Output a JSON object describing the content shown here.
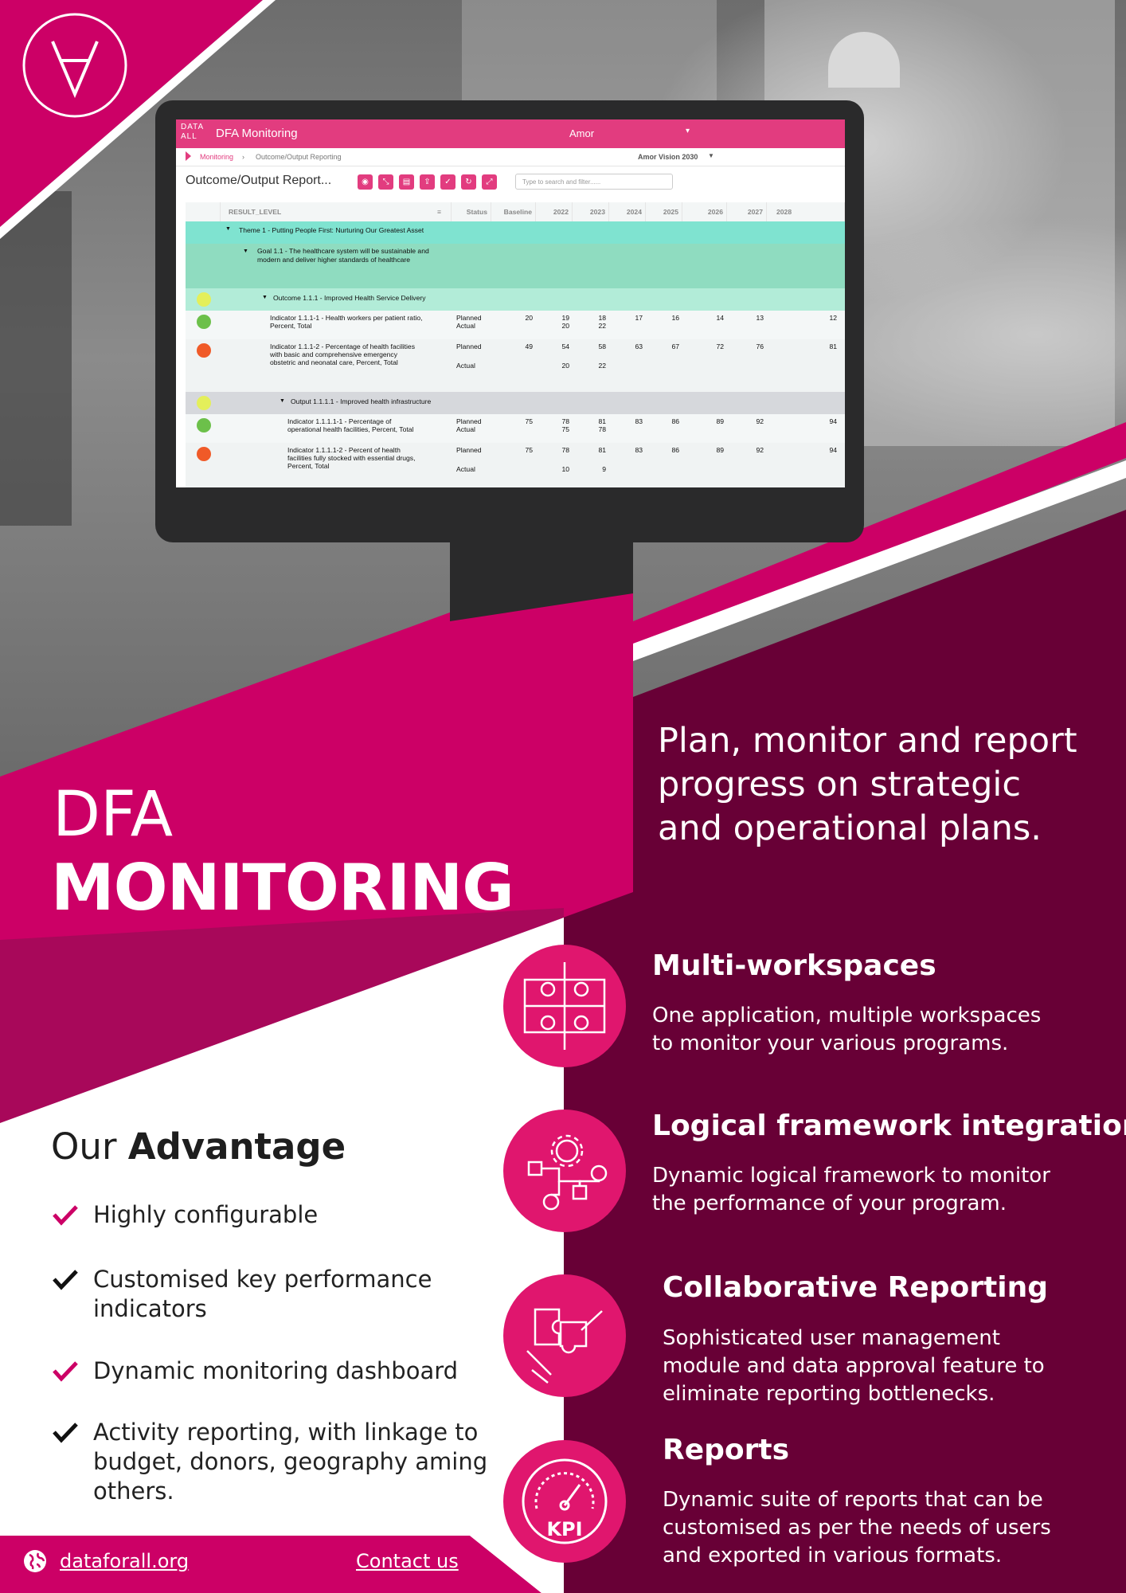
{
  "colors": {
    "magenta": "#cc0066",
    "deep_plum": "#680036",
    "bright_pink": "#e0166e",
    "white": "#ffffff"
  },
  "app": {
    "logo_text": [
      "DATA",
      "ALL"
    ],
    "title": "DFA Monitoring",
    "workspace": "Amor",
    "breadcrumb": [
      "Monitoring",
      "Outcome/Output Reporting"
    ],
    "vision": "Amor Vision 2030",
    "report_title": "Outcome/Output Report...",
    "toolbar_icons": [
      "eye-icon",
      "compress-icon",
      "pdf-icon",
      "upload-icon",
      "check-icon",
      "refresh-icon",
      "expand-icon"
    ],
    "search_placeholder": "Type to search and filter......",
    "grid": {
      "headers": [
        "RESULT_LEVEL",
        "Status",
        "Baseline",
        "2022",
        "2023",
        "2024",
        "2025",
        "2026",
        "2027",
        "2028"
      ],
      "theme": "Theme 1 - Putting People First: Nurturing Our Greatest Asset",
      "goal": [
        "Goal 1.1 - The healthcare system will be sustainable and",
        "modern and deliver higher standards of healthcare"
      ],
      "outcome": "Outcome 1.1.1 - Improved Health Service Delivery",
      "output": "Output 1.1.1.1 - Improved health infrastructure",
      "indicators": [
        {
          "lines": [
            "Indicator 1.1.1-1 - Health workers per patient ratio,",
            "Percent, Total"
          ],
          "status": "green",
          "planned_label": "Planned",
          "actual_label": "Actual",
          "planned": [
            "20",
            "19",
            "18",
            "17",
            "16",
            "14",
            "13",
            "12"
          ],
          "actual": [
            "",
            "20",
            "22"
          ]
        },
        {
          "lines": [
            "Indicator 1.1.1-2 - Percentage of health facilities",
            "with basic and comprehensive emergency",
            "obstetric and neonatal care, Percent, Total"
          ],
          "status": "red",
          "planned_label": "Planned",
          "actual_label": "Actual",
          "planned": [
            "49",
            "54",
            "58",
            "63",
            "67",
            "72",
            "76",
            "81"
          ],
          "actual": [
            "",
            "20",
            "22"
          ]
        },
        {
          "lines": [
            "Indicator 1.1.1.1-1 - Percentage of",
            "operational health facilities, Percent, Total"
          ],
          "status": "green",
          "planned_label": "Planned",
          "actual_label": "Actual",
          "planned": [
            "75",
            "78",
            "81",
            "83",
            "86",
            "89",
            "92",
            "94"
          ],
          "actual": [
            "",
            "75",
            "78"
          ]
        },
        {
          "lines": [
            "Indicator 1.1.1.1-2 - Percent of health",
            "facilities fully stocked with essential drugs,",
            "Percent, Total"
          ],
          "status": "red",
          "planned_label": "Planned",
          "actual_label": "Actual",
          "planned": [
            "75",
            "78",
            "81",
            "83",
            "86",
            "89",
            "92",
            "94"
          ],
          "actual": [
            "",
            "10",
            "9"
          ]
        }
      ]
    }
  },
  "poster": {
    "tagline": [
      "Plan, monitor and report",
      "progress on strategic",
      "and operational plans."
    ],
    "title_line1": "DFA",
    "title_line2": "MONITORING",
    "features": [
      {
        "icon": "workspaces-icon",
        "title": "Multi-workspaces",
        "desc": [
          "One application, multiple workspaces",
          "to monitor your various programs."
        ]
      },
      {
        "icon": "logframe-icon",
        "title": "Logical framework integration",
        "desc": [
          "Dynamic logical framework to monitor",
          "the performance of your program."
        ]
      },
      {
        "icon": "collaboration-icon",
        "title": "Collaborative Reporting",
        "desc": [
          "Sophisticated user management",
          "module and data approval feature to",
          "eliminate reporting bottlenecks."
        ]
      },
      {
        "icon": "kpi-icon",
        "title": "Reports",
        "desc": [
          "Dynamic suite of reports that can be",
          "customised as per the needs of users",
          "and exported in various formats."
        ],
        "kpi_label": "KPI"
      }
    ],
    "advantage_prefix": "Our",
    "advantage_bold": "Advantage",
    "advantages": [
      {
        "text": [
          "Highly configurable"
        ],
        "check_color": "#cc0066"
      },
      {
        "text": [
          "Customised key performance",
          "indicators"
        ],
        "check_color": "#111111"
      },
      {
        "text": [
          "Dynamic monitoring dashboard"
        ],
        "check_color": "#cc0066"
      },
      {
        "text": [
          "Activity reporting, with linkage to",
          "budget, donors, geography aming",
          "others."
        ],
        "check_color": "#111111"
      }
    ],
    "footer": {
      "site": "dataforall.org",
      "contact": "Contact us"
    }
  }
}
